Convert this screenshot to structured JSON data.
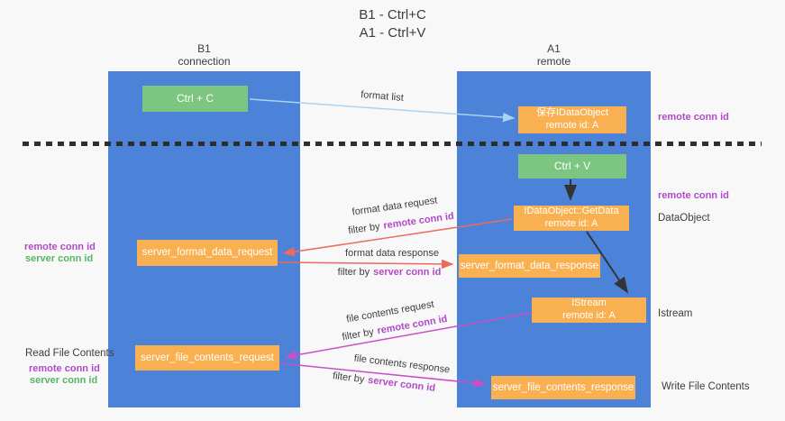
{
  "title": {
    "line1": "B1 - Ctrl+C",
    "line2": "A1 - Ctrl+V"
  },
  "lanes": {
    "left": {
      "name": "B1",
      "role": "connection"
    },
    "right": {
      "name": "A1",
      "role": "remote"
    }
  },
  "boxes": {
    "ctrl_c": "Ctrl + C",
    "ctrl_v": "Ctrl + V",
    "save_dataobject": {
      "line1": "保存IDataObject",
      "line2": "remote id: A"
    },
    "getdata": {
      "line1": "IDataObject::GetData",
      "line2": "remote id: A"
    },
    "istream": {
      "line1": "IStream",
      "line2": "remote id: A"
    },
    "format_request": "server_format_data_request",
    "format_response": "server_format_data_response",
    "file_request": "server_file_contents_request",
    "file_response": "server_file_contents_response"
  },
  "arrows": {
    "format_list": "format list",
    "format_data_request": "format data request",
    "format_data_response": "format data response",
    "file_contents_request": "file contents request",
    "file_contents_response": "file contents response",
    "filter_by": "filter by",
    "remote_conn_id": "remote conn id",
    "server_conn_id": "server conn id"
  },
  "annotations": {
    "right_remote_conn_id_1": "remote conn id",
    "right_remote_conn_id_2": "remote conn id",
    "dataobject": "DataObject",
    "istream": "Istream",
    "write_file_contents": "Write File Contents",
    "left_remote_conn_id_1": "remote conn id",
    "left_server_conn_id_1": "server conn id",
    "read_file_contents": "Read File Contents",
    "left_remote_conn_id_2": "remote conn id",
    "left_server_conn_id_2": "server conn id"
  },
  "colors": {
    "lane_blue": "#4d82d9",
    "box_orange": "#f9b050",
    "box_green": "#7cc681",
    "arrow_red": "#ec6a5e",
    "arrow_magenta": "#c750c7",
    "arrow_lightblue": "#a9d3f2",
    "arrow_black": "#333333",
    "text_purple": "#b04ac8",
    "text_green": "#55b663"
  }
}
